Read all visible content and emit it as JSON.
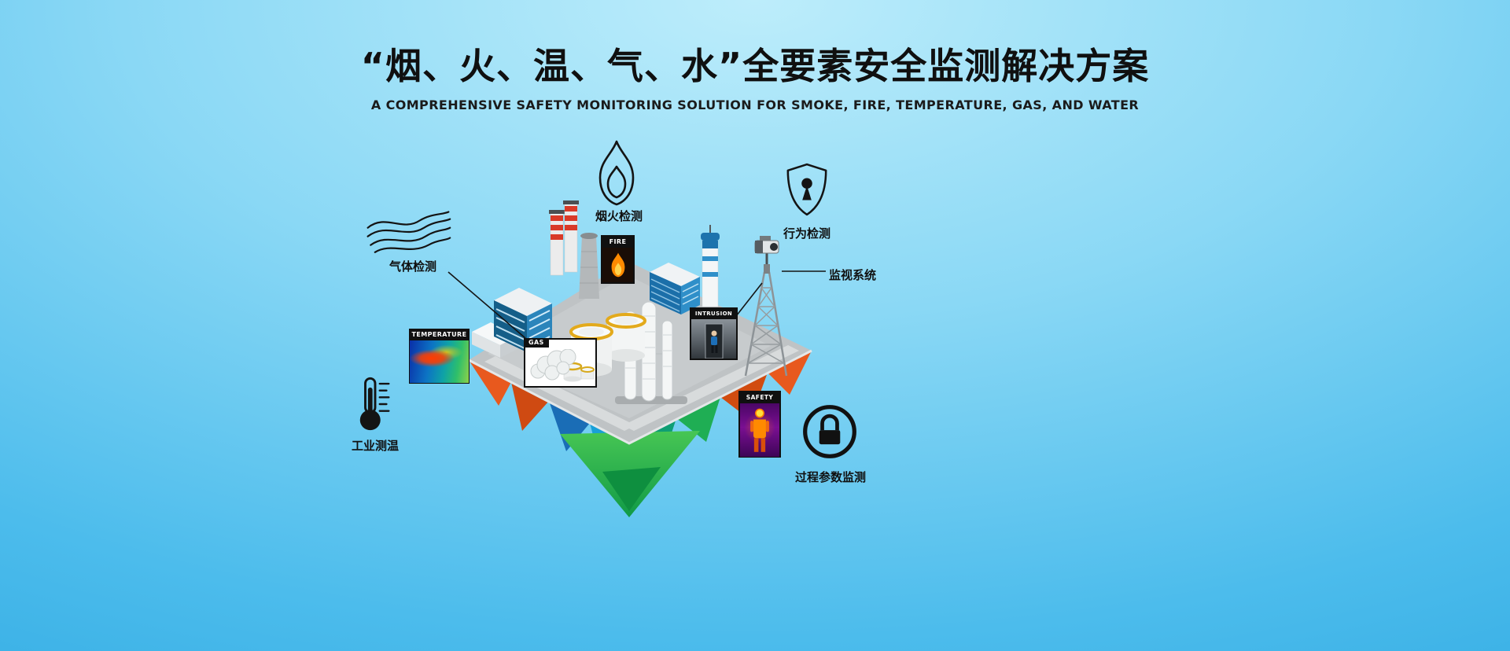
{
  "header": {
    "title": "“烟、火、温、气、水”全要素安全监测解决方案",
    "subtitle": "A COMPREHENSIVE SAFETY MONITORING SOLUTION FOR SMOKE, FIRE, TEMPERATURE, GAS, AND WATER"
  },
  "callouts": {
    "gas_detection": "气体检测",
    "smoke_fire_detection": "烟火检测",
    "behavior_detection": "行为检测",
    "surveillance_system": "监视系统",
    "industrial_temperature": "工业测温",
    "process_parameter_monitoring": "过程参数监测"
  },
  "insets": {
    "temperature": {
      "label": "TEMPERATURE"
    },
    "fire": {
      "label": "FIRE"
    },
    "gas": {
      "label": "GAS"
    },
    "intrusion": {
      "label": "INTRUSION"
    },
    "safety": {
      "label": "SAFETY"
    }
  },
  "colors": {
    "background_top": "#bdedfb",
    "background_bottom": "#2aa6e0",
    "text": "#101010",
    "island_orange": "#e8591e",
    "island_blue": "#1a6db6",
    "island_green": "#2db54d",
    "platform_gray": "#bfc3c5"
  }
}
